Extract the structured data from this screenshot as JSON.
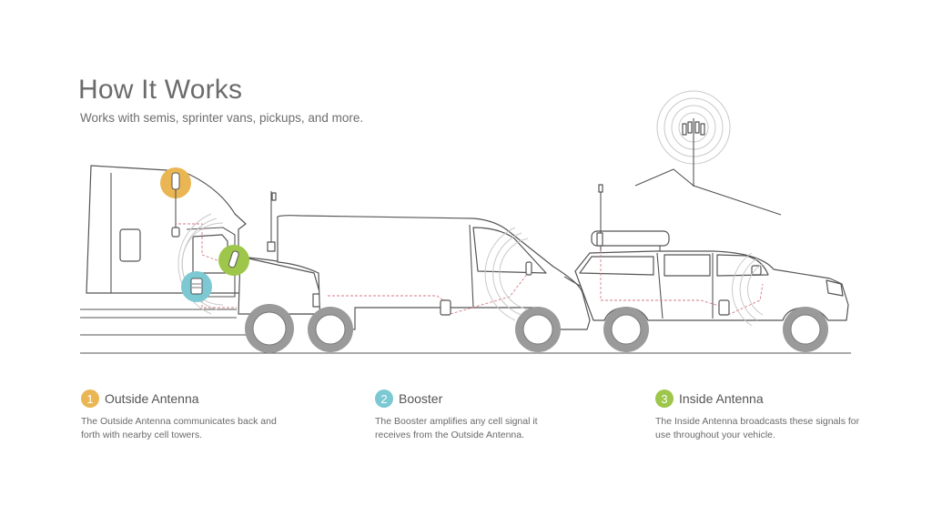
{
  "header": {
    "title": "How It Works",
    "subtitle": "Works with semis, sprinter vans, pickups, and more."
  },
  "colors": {
    "outside": "#e9b653",
    "booster": "#7cc8d3",
    "inside": "#9dc64a",
    "line": "#555555",
    "cable": "#d67b84"
  },
  "steps": [
    {
      "number": "1",
      "title": "Outside Antenna",
      "description": "The Outside Antenna communicates back and forth with nearby cell towers.",
      "color": "#e9b653",
      "icon": "outside-antenna-icon"
    },
    {
      "number": "2",
      "title": "Booster",
      "description": "The Booster amplifies any cell signal it receives from the Outside Antenna.",
      "color": "#7cc8d3",
      "icon": "booster-icon"
    },
    {
      "number": "3",
      "title": "Inside Antenna",
      "description": "The Inside Antenna broadcasts these signals for use throughout your vehicle.",
      "color": "#9dc64a",
      "icon": "inside-antenna-icon"
    }
  ]
}
